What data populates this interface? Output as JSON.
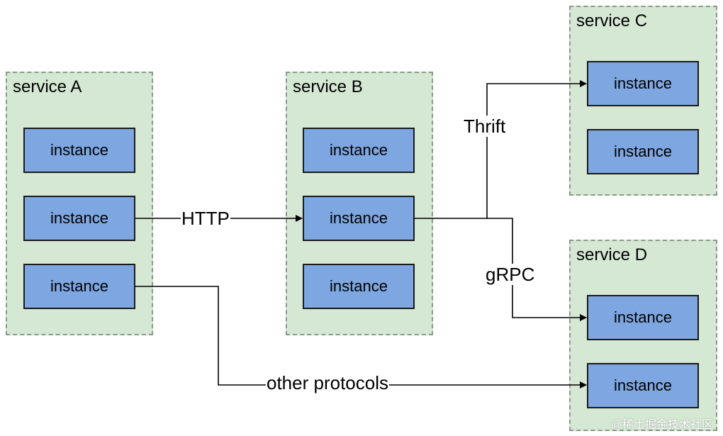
{
  "services": {
    "a": {
      "title": "service A",
      "instances": [
        "instance",
        "instance",
        "instance"
      ]
    },
    "b": {
      "title": "service B",
      "instances": [
        "instance",
        "instance",
        "instance"
      ]
    },
    "c": {
      "title": "service C",
      "instances": [
        "instance",
        "instance"
      ]
    },
    "d": {
      "title": "service D",
      "instances": [
        "instance",
        "instance"
      ]
    }
  },
  "edges": {
    "http": "HTTP",
    "thrift": "Thrift",
    "grpc": "gRPC",
    "other": "other protocols"
  },
  "watermark": "@稀土掘金技术社区",
  "colors": {
    "service_fill": "#d5e8d4",
    "instance_fill": "#7ea6e0",
    "line": "#000000"
  }
}
